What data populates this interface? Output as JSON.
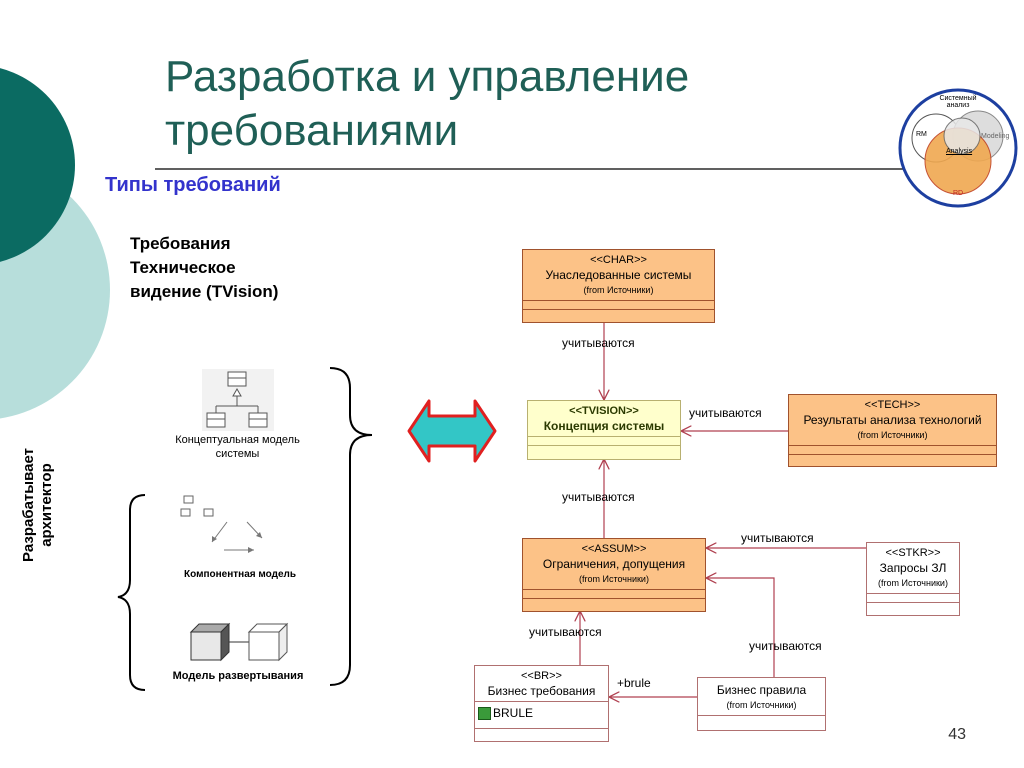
{
  "slide": {
    "title": "Разработка и управление требованиями",
    "subtitle": "Типы требований",
    "requirements_label": [
      "Требования",
      "Техническое",
      "видение (TVision)"
    ],
    "architect_label": [
      "Разрабатывает",
      "архитектор"
    ],
    "page_number": "43"
  },
  "logo": {
    "top_text": "Системный анализ",
    "left": "RM",
    "right": "Modeling",
    "center": "Analysis",
    "bottom": "RD"
  },
  "models": {
    "conceptual": "Концептуальная модель системы",
    "component": "Компонентная модель",
    "deployment": "Модель развертывания"
  },
  "nodes": {
    "char": {
      "stereotype": "<<CHAR>>",
      "name": "Унаследованные системы",
      "from": "(from Источники)"
    },
    "tvision": {
      "stereotype": "<<TVISION>>",
      "name": "Концепция системы"
    },
    "tech": {
      "stereotype": "<<TECH>>",
      "name": "Результаты анализа технологий",
      "from": "(from Источники)"
    },
    "assum": {
      "stereotype": "<<ASSUM>>",
      "name": "Ограничения, допущения",
      "from": "(from Источники)"
    },
    "stkr": {
      "stereotype": "<<STKR>>",
      "name": "Запросы ЗЛ",
      "from": "(from Источники)"
    },
    "br": {
      "stereotype": "<<BR>>",
      "name": "Бизнес требования",
      "attribute": "BRULE"
    },
    "brule": {
      "name": "Бизнес правила",
      "from": "(from Источники)"
    }
  },
  "edges": {
    "e1": "учитываются",
    "e2": "учитываются",
    "e3": "учитываются",
    "e4": "учитываются",
    "e5": "учитываются",
    "e6": "учитываются",
    "e7": "+brule"
  },
  "colors": {
    "teal_dark": "#0b6b62",
    "teal_light": "#b7dedb",
    "uml_orange": "#fcc287",
    "uml_yellow": "#ffffcc",
    "arrow_fill": "#33c6c6",
    "arrow_stroke": "#e02020"
  }
}
